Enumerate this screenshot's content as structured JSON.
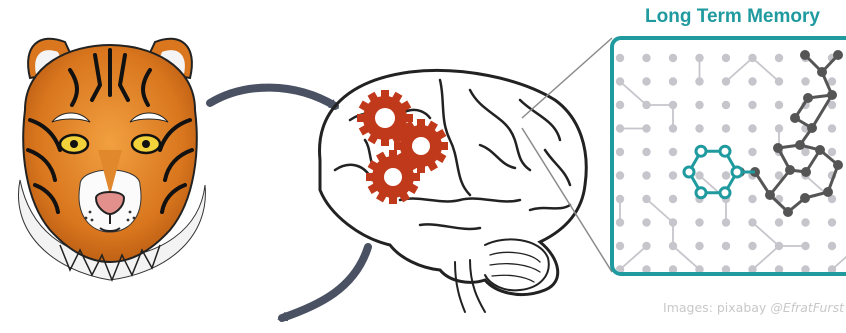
{
  "memory_panel": {
    "title": "Long Term Memory",
    "frame_color": "#1f9a9f",
    "node_color": "#c5c5cb",
    "highlight_color": "#1f9a9f",
    "chain_color": "#555555"
  },
  "credit": {
    "prefix": "Images: pixabay",
    "handle": "@EfratFurst"
  },
  "figures": {
    "tiger": "tiger-face-illustration",
    "brain": "brain-line-drawing",
    "gears": "gears-icon"
  },
  "colors": {
    "arrow": "#4a5163",
    "gear": "#c0391a",
    "tiger_orange": "#d9761e"
  }
}
